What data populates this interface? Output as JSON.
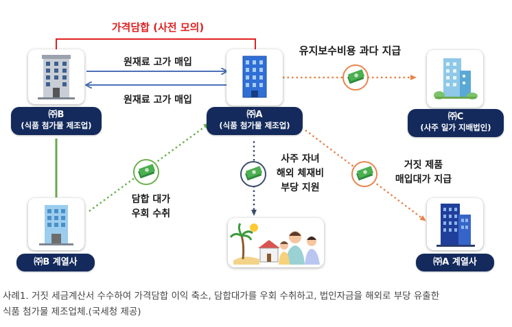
{
  "title": "가격담합 (사전 모의)",
  "companies": {
    "b": {
      "name": "㈜B",
      "type": "(식품 첨가물 제조업)"
    },
    "a": {
      "name": "㈜A",
      "type": "(식품 첨가물 제조업)"
    },
    "c": {
      "name": "㈜C",
      "type": "(사주 일가 지배법인)"
    },
    "b_affiliate": {
      "name": "㈜B 계열사"
    },
    "a_affiliate": {
      "name": "㈜A 계열사"
    }
  },
  "flows": {
    "b_to_a": "원재료 고가 매입",
    "a_to_b": "원재료 고가 매입",
    "a_to_c": "유지보수비용 과다 지급",
    "a_to_a_affiliate": [
      "거짓 제품",
      "매입대가 지급"
    ],
    "a_to_family": [
      "사주 자녀",
      "해외 체재비",
      "부당 지원"
    ],
    "b_affiliate_to_a": [
      "담합 대가",
      "우회 수취"
    ]
  },
  "caption": [
    "사례1. 거짓 세금계산서 수수하여 가격담합 이익 축소, 담합대가를 우회 수취하고, 법인자금을 해외로 부당 유출한",
    "식품 첨가물 제조업체.(국세청 제공)"
  ],
  "icons": [
    "office-building-icon",
    "money-bill-icon",
    "beach-icon",
    "house-icon",
    "family-icon"
  ],
  "colors": {
    "navy": "#142a5c",
    "red": "#e02020",
    "blue_arrow": "#4a6fb5",
    "orange_dotted": "#e8844a",
    "green_dotted": "#6ab04c",
    "green_line": "#6aa84f"
  }
}
